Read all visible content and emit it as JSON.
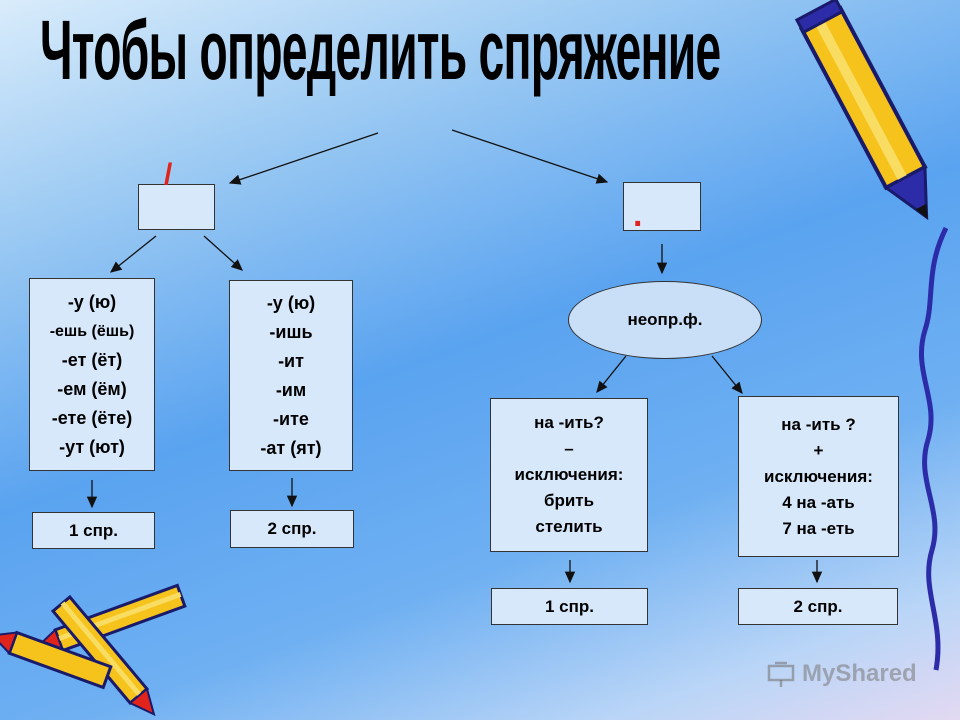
{
  "title": "Чтобы определить спряжение",
  "marks": {
    "stress_mark": "/",
    "dot_mark": "."
  },
  "left_branch": {
    "col1": {
      "endings": [
        "-у (ю)",
        "-ешь (ёшь)",
        "-ет (ёт)",
        "-ем (ём)",
        "-ете (ёте)",
        "-ут (ют)"
      ],
      "result": "1 спр."
    },
    "col2": {
      "endings": [
        "-у (ю)",
        "-ишь",
        "-ит",
        "-им",
        "-ите",
        "-ат (ят)"
      ],
      "result": "2 спр."
    }
  },
  "right_branch": {
    "ellipse_label": "неопр.ф.",
    "col1": {
      "lines": [
        "на -ить?",
        "–",
        "исключения:",
        "брить",
        "стелить"
      ],
      "result": "1 спр."
    },
    "col2": {
      "lines": [
        "на -ить ?",
        "+",
        "исключения:",
        "4 на -ать",
        "7 на -еть"
      ],
      "result": "2 спр."
    }
  },
  "watermark": {
    "text": "MyShared",
    "icon": "presentation-board-icon"
  },
  "colors": {
    "mark_red": "#e0241b",
    "box_fill": "#d7e8fb",
    "pencil_yellow": "#f6c21c",
    "pencil_blue": "#2c2ca8"
  }
}
